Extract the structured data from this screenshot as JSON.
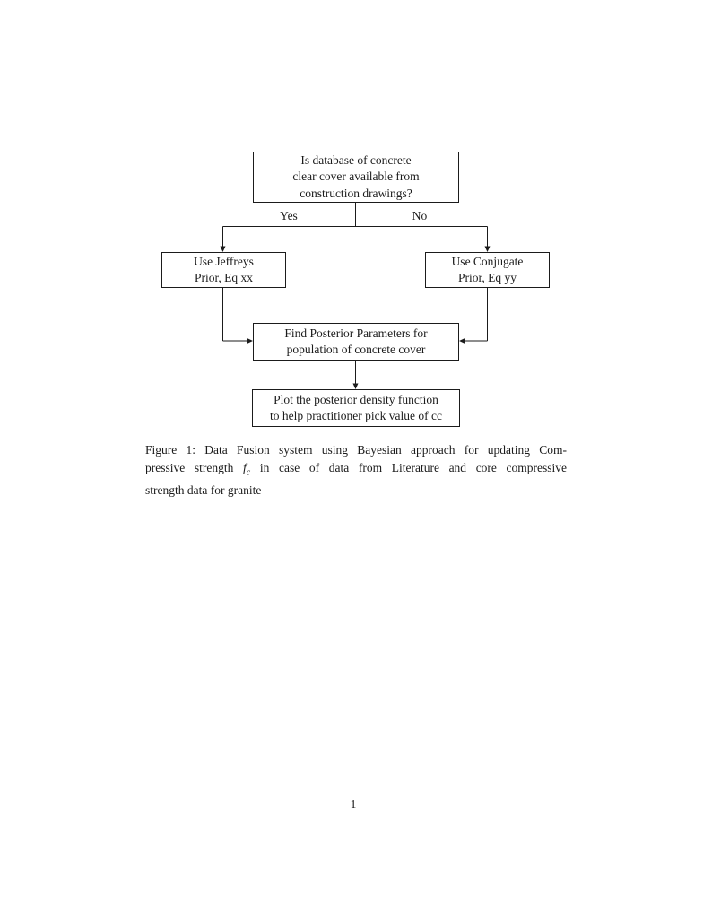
{
  "page": {
    "number": "1",
    "background_color": "#ffffff",
    "ink_color": "#1b1b1b"
  },
  "flowchart": {
    "nodes": {
      "question": {
        "lines": [
          "Is database of concrete",
          "clear cover available from",
          "construction drawings?"
        ]
      },
      "jeffreys": {
        "lines": [
          "Use Jeffreys",
          "Prior, Eq xx"
        ]
      },
      "conjugate": {
        "lines": [
          "Use Conjugate",
          "Prior, Eq yy"
        ]
      },
      "posterior": {
        "lines": [
          "Find Posterior Parameters for",
          "population of concrete cover"
        ]
      },
      "plot": {
        "lines": [
          "Plot the posterior density function",
          "to help practitioner pick value of cc"
        ]
      }
    },
    "edge_labels": {
      "yes": "Yes",
      "no": "No"
    },
    "edges": [
      {
        "from": "question",
        "to": "jeffreys",
        "label": "Yes"
      },
      {
        "from": "question",
        "to": "conjugate",
        "label": "No"
      },
      {
        "from": "jeffreys",
        "to": "posterior",
        "label": ""
      },
      {
        "from": "conjugate",
        "to": "posterior",
        "label": ""
      },
      {
        "from": "posterior",
        "to": "plot",
        "label": ""
      }
    ]
  },
  "caption": {
    "line1": "Figure 1: Data Fusion system using Bayesian approach for updating Com-",
    "line2_pre": "pressive strength",
    "line2_math_var": "f",
    "line2_math_sub": "c",
    "line2_post": "in case of data from Literature and core compressive",
    "line3": "strength data for granite",
    "full_text": "Figure 1: Data Fusion system using Bayesian approach for updating Compressive strength fc in case of data from Literature and core compressive strength data for granite"
  }
}
